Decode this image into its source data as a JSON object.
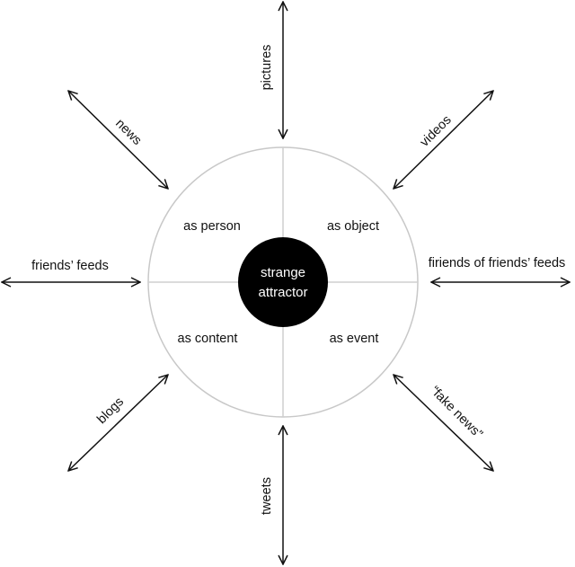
{
  "diagram": {
    "center": {
      "line1": "strange",
      "line2": "attractor"
    },
    "quadrants": {
      "top_left": "as person",
      "top_right": "as object",
      "bottom_left": "as content",
      "bottom_right": "as event"
    },
    "arrows": {
      "top": "pictures",
      "top_right": "videos",
      "right": "firiends of friends’ feeds",
      "bottom_right": "“fake news”",
      "bottom": "tweets",
      "bottom_left": "blogs",
      "left": "friends’ feeds",
      "top_left": "news"
    }
  }
}
